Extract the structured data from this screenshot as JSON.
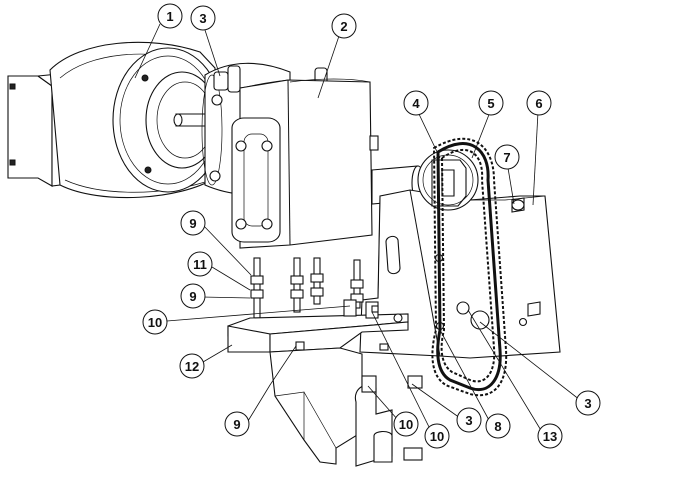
{
  "callouts": [
    {
      "id": "c1",
      "label": "1"
    },
    {
      "id": "c3a",
      "label": "3"
    },
    {
      "id": "c2",
      "label": "2"
    },
    {
      "id": "c4",
      "label": "4"
    },
    {
      "id": "c5",
      "label": "5"
    },
    {
      "id": "c6",
      "label": "6"
    },
    {
      "id": "c7",
      "label": "7"
    },
    {
      "id": "c9a",
      "label": "9"
    },
    {
      "id": "c11",
      "label": "11"
    },
    {
      "id": "c9b",
      "label": "9"
    },
    {
      "id": "c10a",
      "label": "10"
    },
    {
      "id": "c12",
      "label": "12"
    },
    {
      "id": "c9c",
      "label": "9"
    },
    {
      "id": "c10b",
      "label": "10"
    },
    {
      "id": "c10c",
      "label": "10"
    },
    {
      "id": "c3b",
      "label": "3"
    },
    {
      "id": "c8",
      "label": "8"
    },
    {
      "id": "c13",
      "label": "13"
    },
    {
      "id": "c3c",
      "label": "3"
    }
  ]
}
